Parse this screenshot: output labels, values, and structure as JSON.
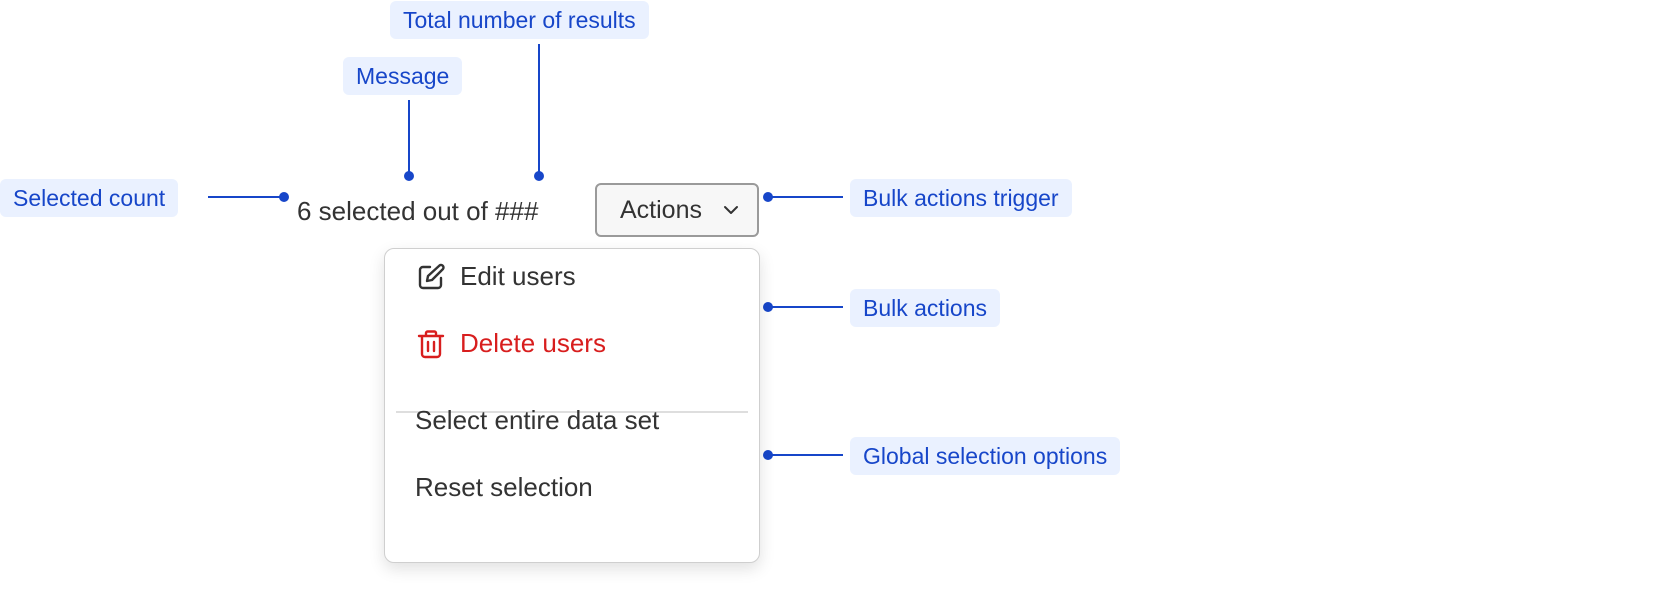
{
  "annotations": {
    "total_number_of_results": "Total number of results",
    "message": "Message",
    "selected_count": "Selected count",
    "bulk_actions_trigger": "Bulk actions trigger",
    "bulk_actions": "Bulk actions",
    "global_selection_options": "Global selection options"
  },
  "selection_bar": {
    "count_text": "6 selected out of ###",
    "actions_button_label": "Actions"
  },
  "menu": {
    "bulk_actions": [
      {
        "label": "Edit users",
        "icon": "edit-icon"
      },
      {
        "label": "Delete users",
        "icon": "trash-icon"
      }
    ],
    "global_options": [
      {
        "label": "Select entire data set"
      },
      {
        "label": "Reset selection"
      }
    ]
  },
  "colors": {
    "annotation": "#1746c9",
    "annotation_background": "#eaf1ff",
    "danger": "#d81e1e",
    "text": "#333333"
  }
}
